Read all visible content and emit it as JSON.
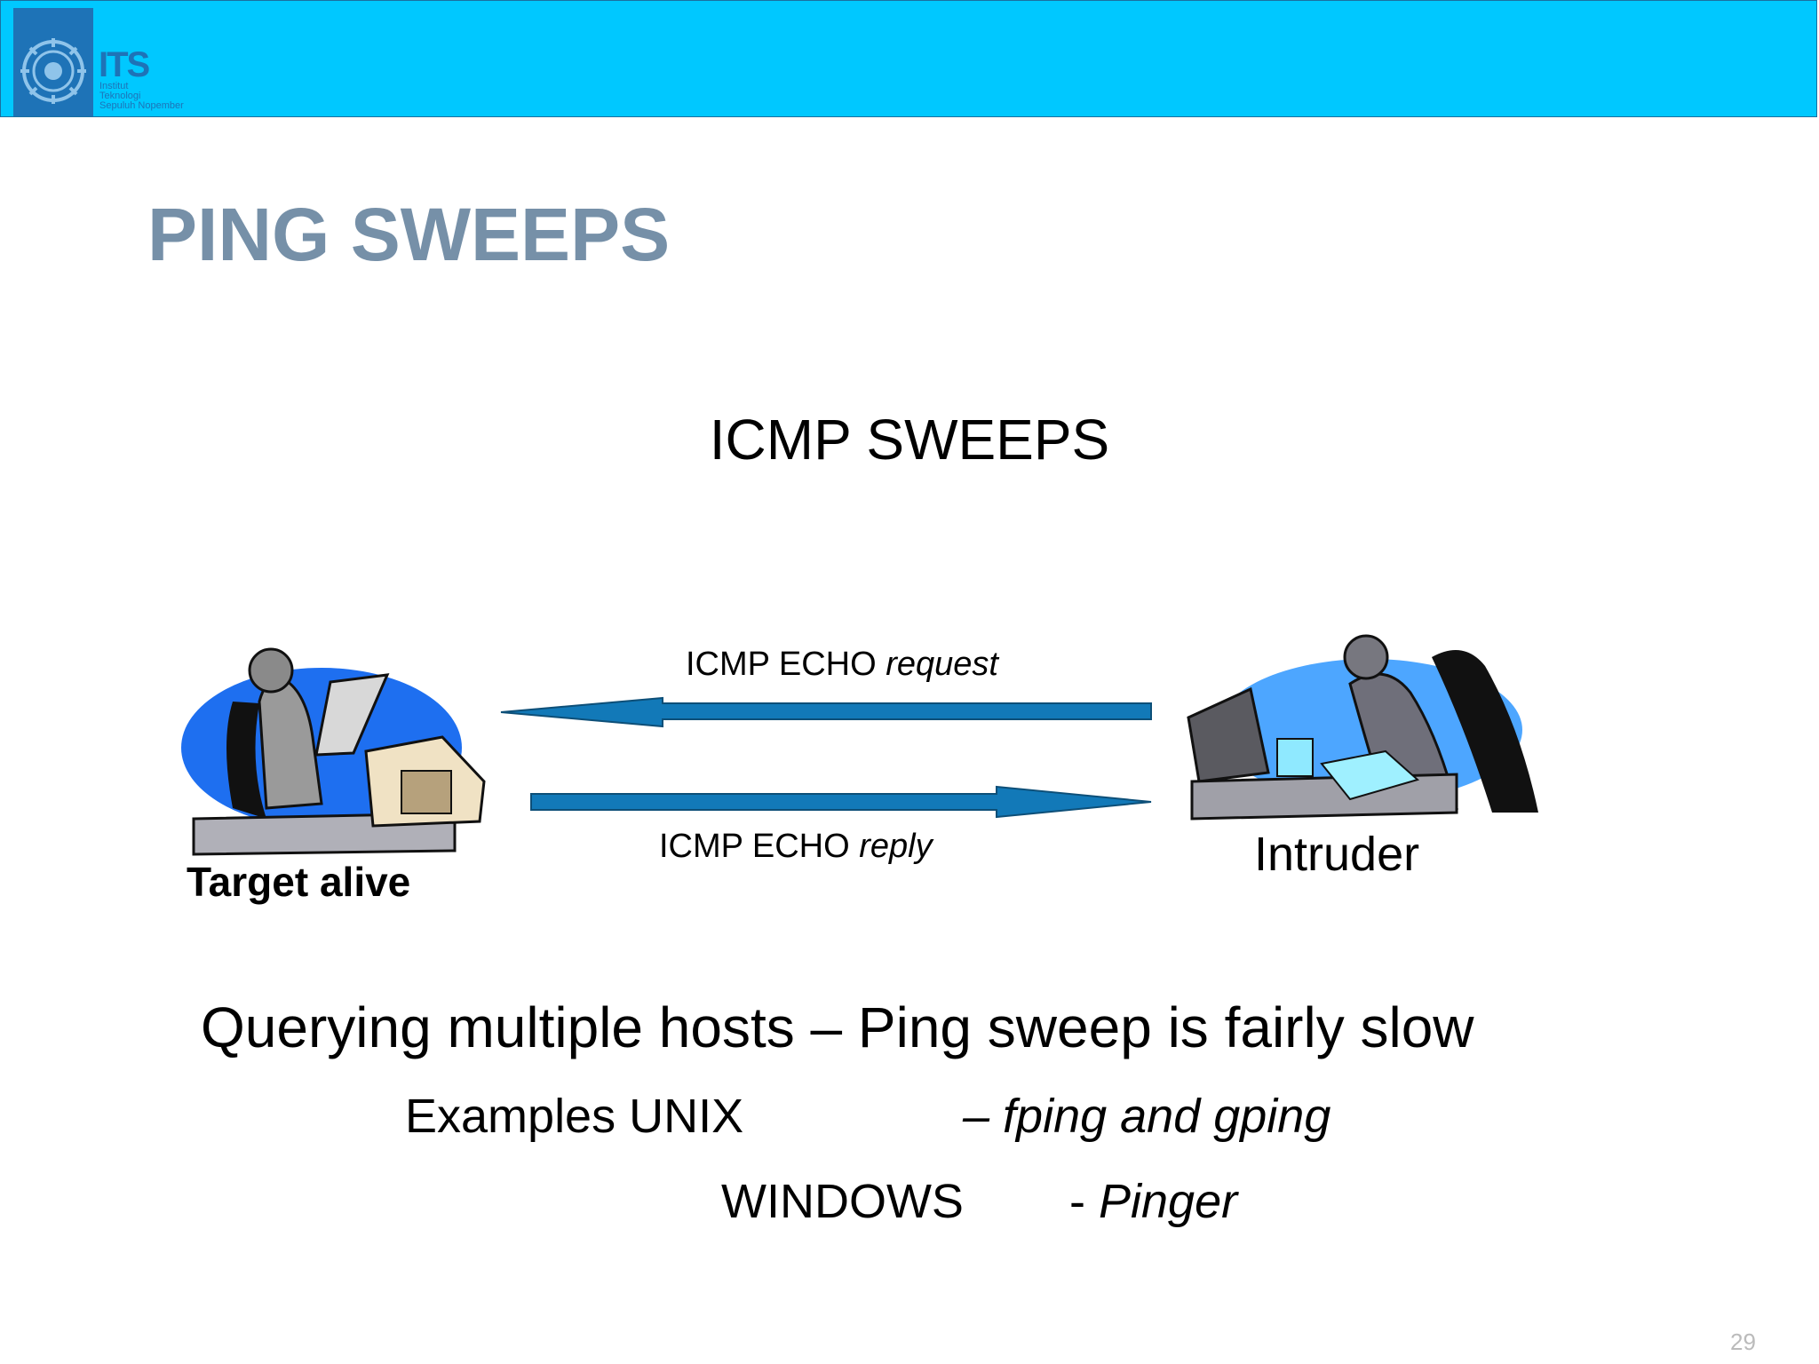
{
  "header": {
    "logo_letters": "ITS",
    "logo_line1": "Institut",
    "logo_line2": "Teknologi",
    "logo_line3": "Sepuluh Nopember",
    "seal_icon": "its-seal-icon"
  },
  "slide": {
    "title": "PING SWEEPS",
    "subtitle": "ICMP SWEEPS",
    "page_number": "29"
  },
  "diagram": {
    "request_label_plain": "ICMP ECHO ",
    "request_label_italic": "request",
    "reply_label_plain": "ICMP ECHO ",
    "reply_label_italic": "reply",
    "target_label": "Target alive",
    "intruder_label": "Intruder",
    "colors": {
      "arrow": "#1279b8",
      "arrow_outline": "#0d4f78",
      "blob": "#1e6ff0",
      "blob_light": "#4da6ff"
    }
  },
  "footer": {
    "line1": "Querying multiple hosts – Ping sweep is fairly slow",
    "line2_left": "Examples UNIX",
    "line2_right": "– fping and gping",
    "line3_left": "WINDOWS",
    "line3_dash": "- ",
    "line3_right": "Pinger"
  }
}
